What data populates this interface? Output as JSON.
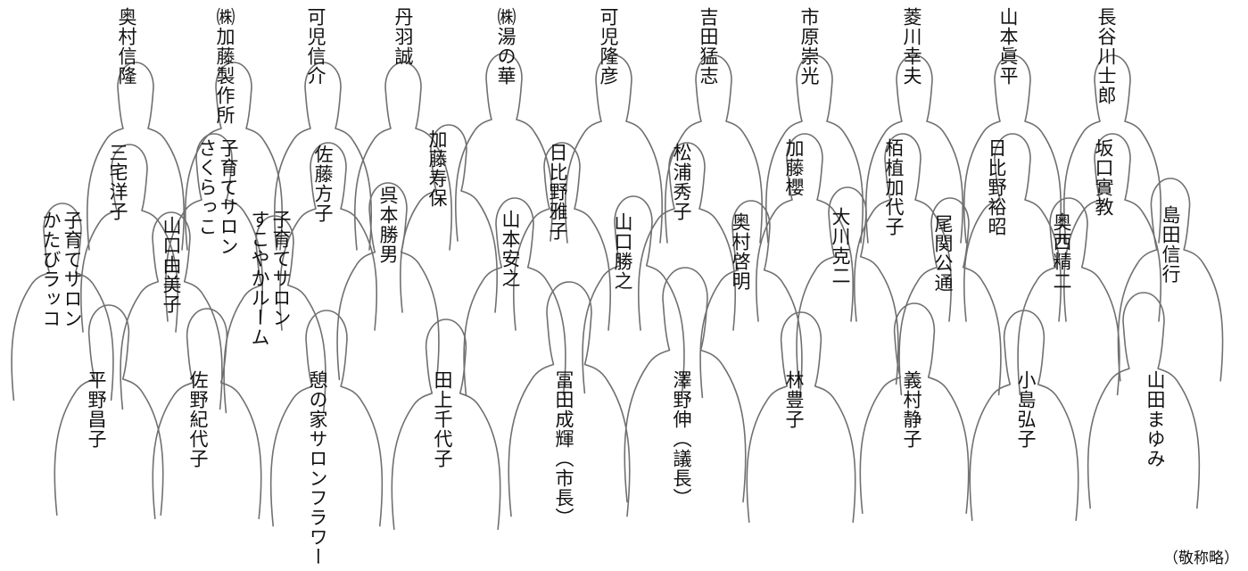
{
  "people": [
    {
      "lines": [
        "奥村信隆"
      ]
    },
    {
      "lines": [
        "㈱加藤製作所"
      ]
    },
    {
      "lines": [
        "可児信介"
      ]
    },
    {
      "lines": [
        "丹羽誠"
      ]
    },
    {
      "lines": [
        "㈱湯の華"
      ]
    },
    {
      "lines": [
        "可児隆彦"
      ]
    },
    {
      "lines": [
        "吉田猛志"
      ]
    },
    {
      "lines": [
        "市原崇光"
      ]
    },
    {
      "lines": [
        "菱川幸夫"
      ]
    },
    {
      "lines": [
        "山本眞平"
      ]
    },
    {
      "lines": [
        "長谷川士郎"
      ]
    },
    {
      "lines": [
        "子育てサロン",
        "さくらっこ"
      ]
    },
    {
      "lines": [
        "佐藤方子"
      ]
    },
    {
      "lines": [
        "加藤寿保"
      ]
    },
    {
      "lines": [
        "日比野雅子"
      ]
    },
    {
      "lines": [
        "松浦秀子"
      ]
    },
    {
      "lines": [
        "加藤櫻"
      ]
    },
    {
      "lines": [
        "栢植加代子"
      ]
    },
    {
      "lines": [
        "日比野裕昭"
      ]
    },
    {
      "lines": [
        "坂口實教"
      ]
    },
    {
      "lines": [
        "三宅洋子"
      ]
    },
    {
      "lines": [
        "子育てサロン",
        "かたびラッコ"
      ]
    },
    {
      "lines": [
        "山口由美子"
      ]
    },
    {
      "lines": [
        "子育てサロン",
        "すこやかルーム"
      ]
    },
    {
      "lines": [
        "呉本勝男"
      ]
    },
    {
      "lines": [
        "山本安之"
      ]
    },
    {
      "lines": [
        "山口勝之"
      ]
    },
    {
      "lines": [
        "奥村啓明"
      ]
    },
    {
      "lines": [
        "大川克二"
      ]
    },
    {
      "lines": [
        "尾関公通"
      ]
    },
    {
      "lines": [
        "奥西精二"
      ]
    },
    {
      "lines": [
        "島田信行"
      ]
    },
    {
      "lines": [
        "平野昌子"
      ]
    },
    {
      "lines": [
        "佐野紀代子"
      ]
    },
    {
      "lines": [
        "憩の家サロンフラワー"
      ]
    },
    {
      "lines": [
        "田上千代子"
      ]
    },
    {
      "lines": [
        "冨田成輝（市長）"
      ]
    },
    {
      "lines": [
        "澤野伸（議長）"
      ]
    },
    {
      "lines": [
        "林豊子"
      ]
    },
    {
      "lines": [
        "義村静子"
      ]
    },
    {
      "lines": [
        "小島弘子"
      ]
    },
    {
      "lines": [
        "山田まゆみ"
      ]
    }
  ],
  "note": "（敬称略）"
}
